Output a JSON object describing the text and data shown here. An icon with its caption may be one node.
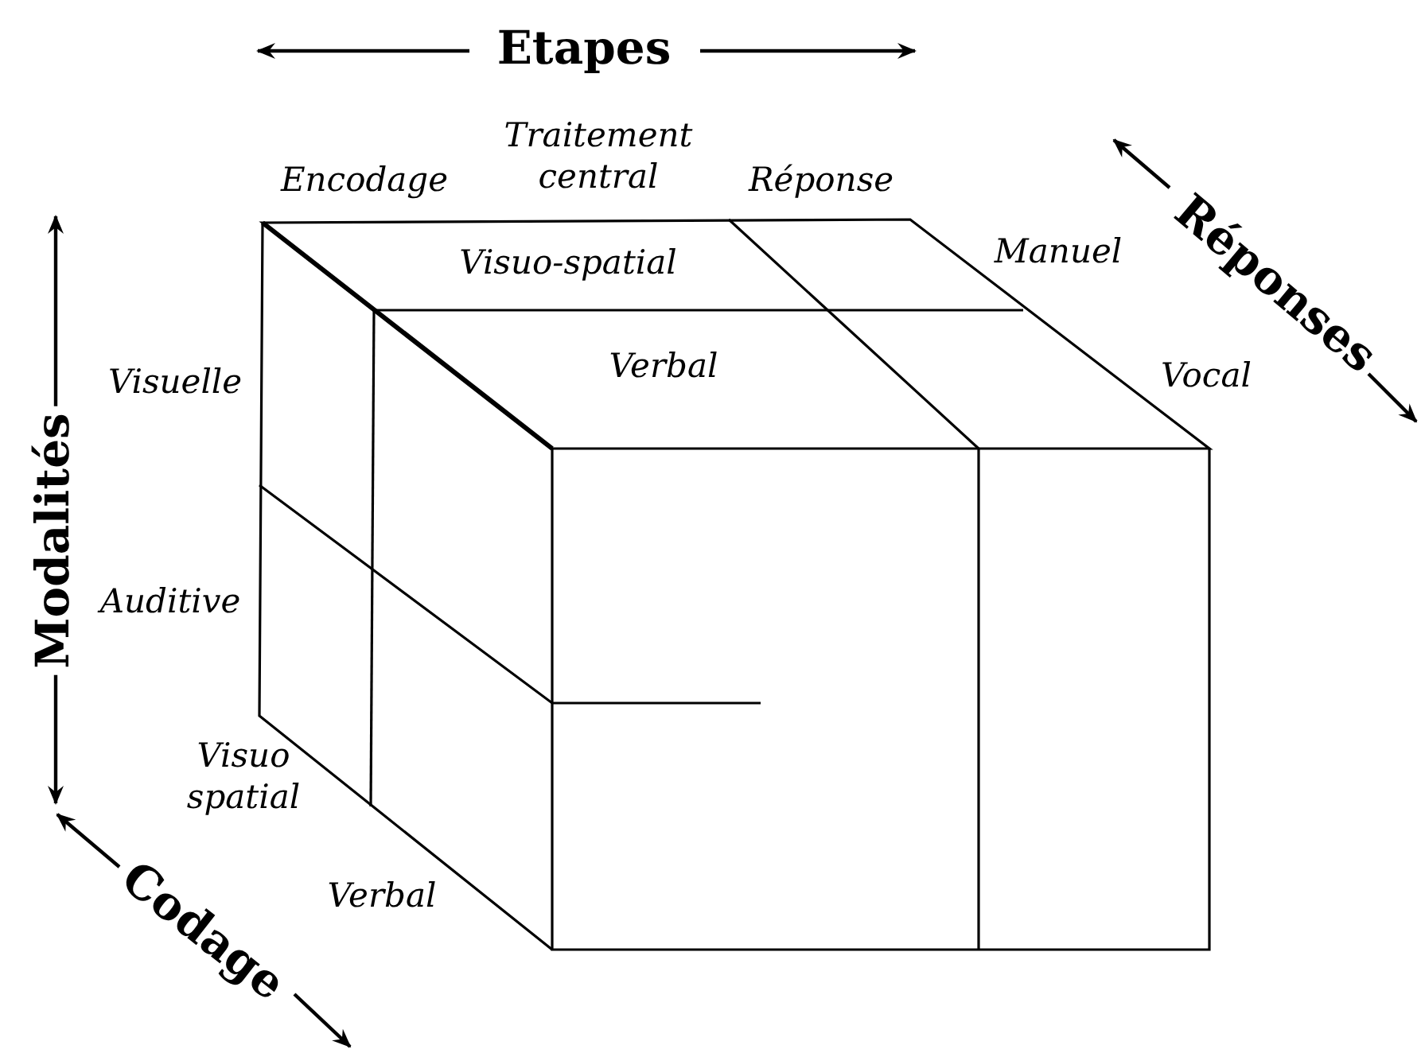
{
  "diagram": {
    "labels": [
      "Etapes",
      "Traitement central",
      "Encodage",
      "Réponse",
      "Manuel",
      "Réponses",
      "Visuo-spatial",
      "Modalités",
      "Visuelle",
      "Verbal",
      "Vocal",
      "Auditive",
      "Visuo spatial",
      "Codage",
      "Verbal"
    ]
  }
}
